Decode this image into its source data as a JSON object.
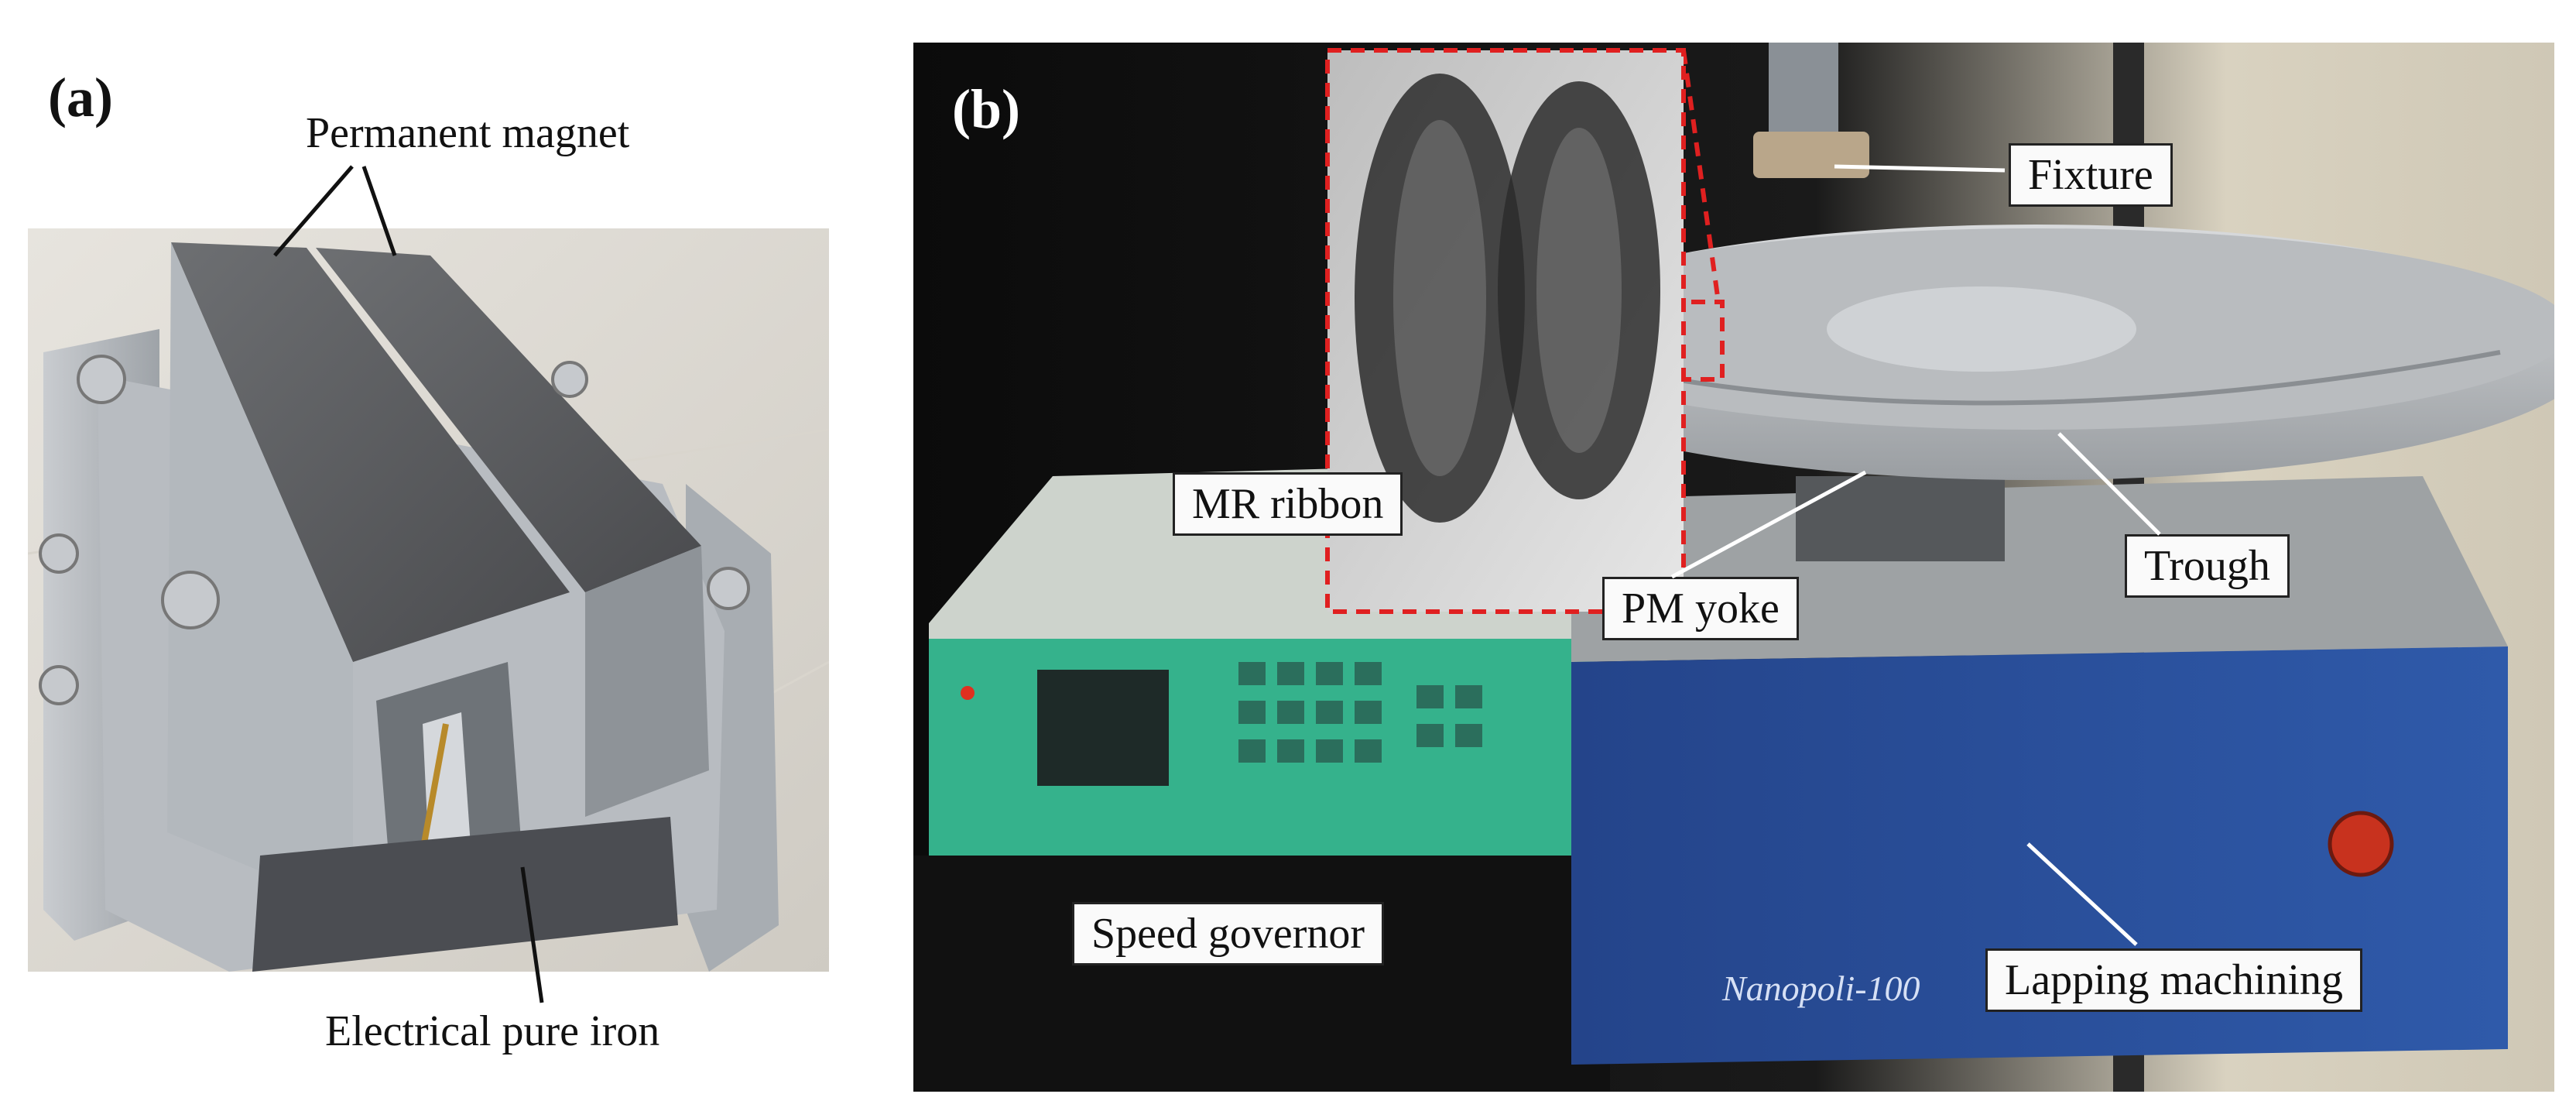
{
  "panel_a": {
    "letter": "(a)",
    "labels": {
      "permanent_magnet": "Permanent magnet",
      "electrical_pure_iron": "Electrical pure iron"
    }
  },
  "panel_b": {
    "letter": "(b)",
    "labels": {
      "fixture": "Fixture",
      "mr_ribbon": "MR ribbon",
      "pm_yoke": "PM yoke",
      "trough": "Trough",
      "speed_governor": "Speed governor",
      "lapping_machining": "Lapping machining",
      "machine_brand": "Nanopoli-100"
    }
  },
  "colors": {
    "zoom_outline": "#e02020",
    "machine_blue": "#2a4f9a",
    "governor_green": "#2fb08a",
    "metal_gray": "#9aa0a6"
  }
}
